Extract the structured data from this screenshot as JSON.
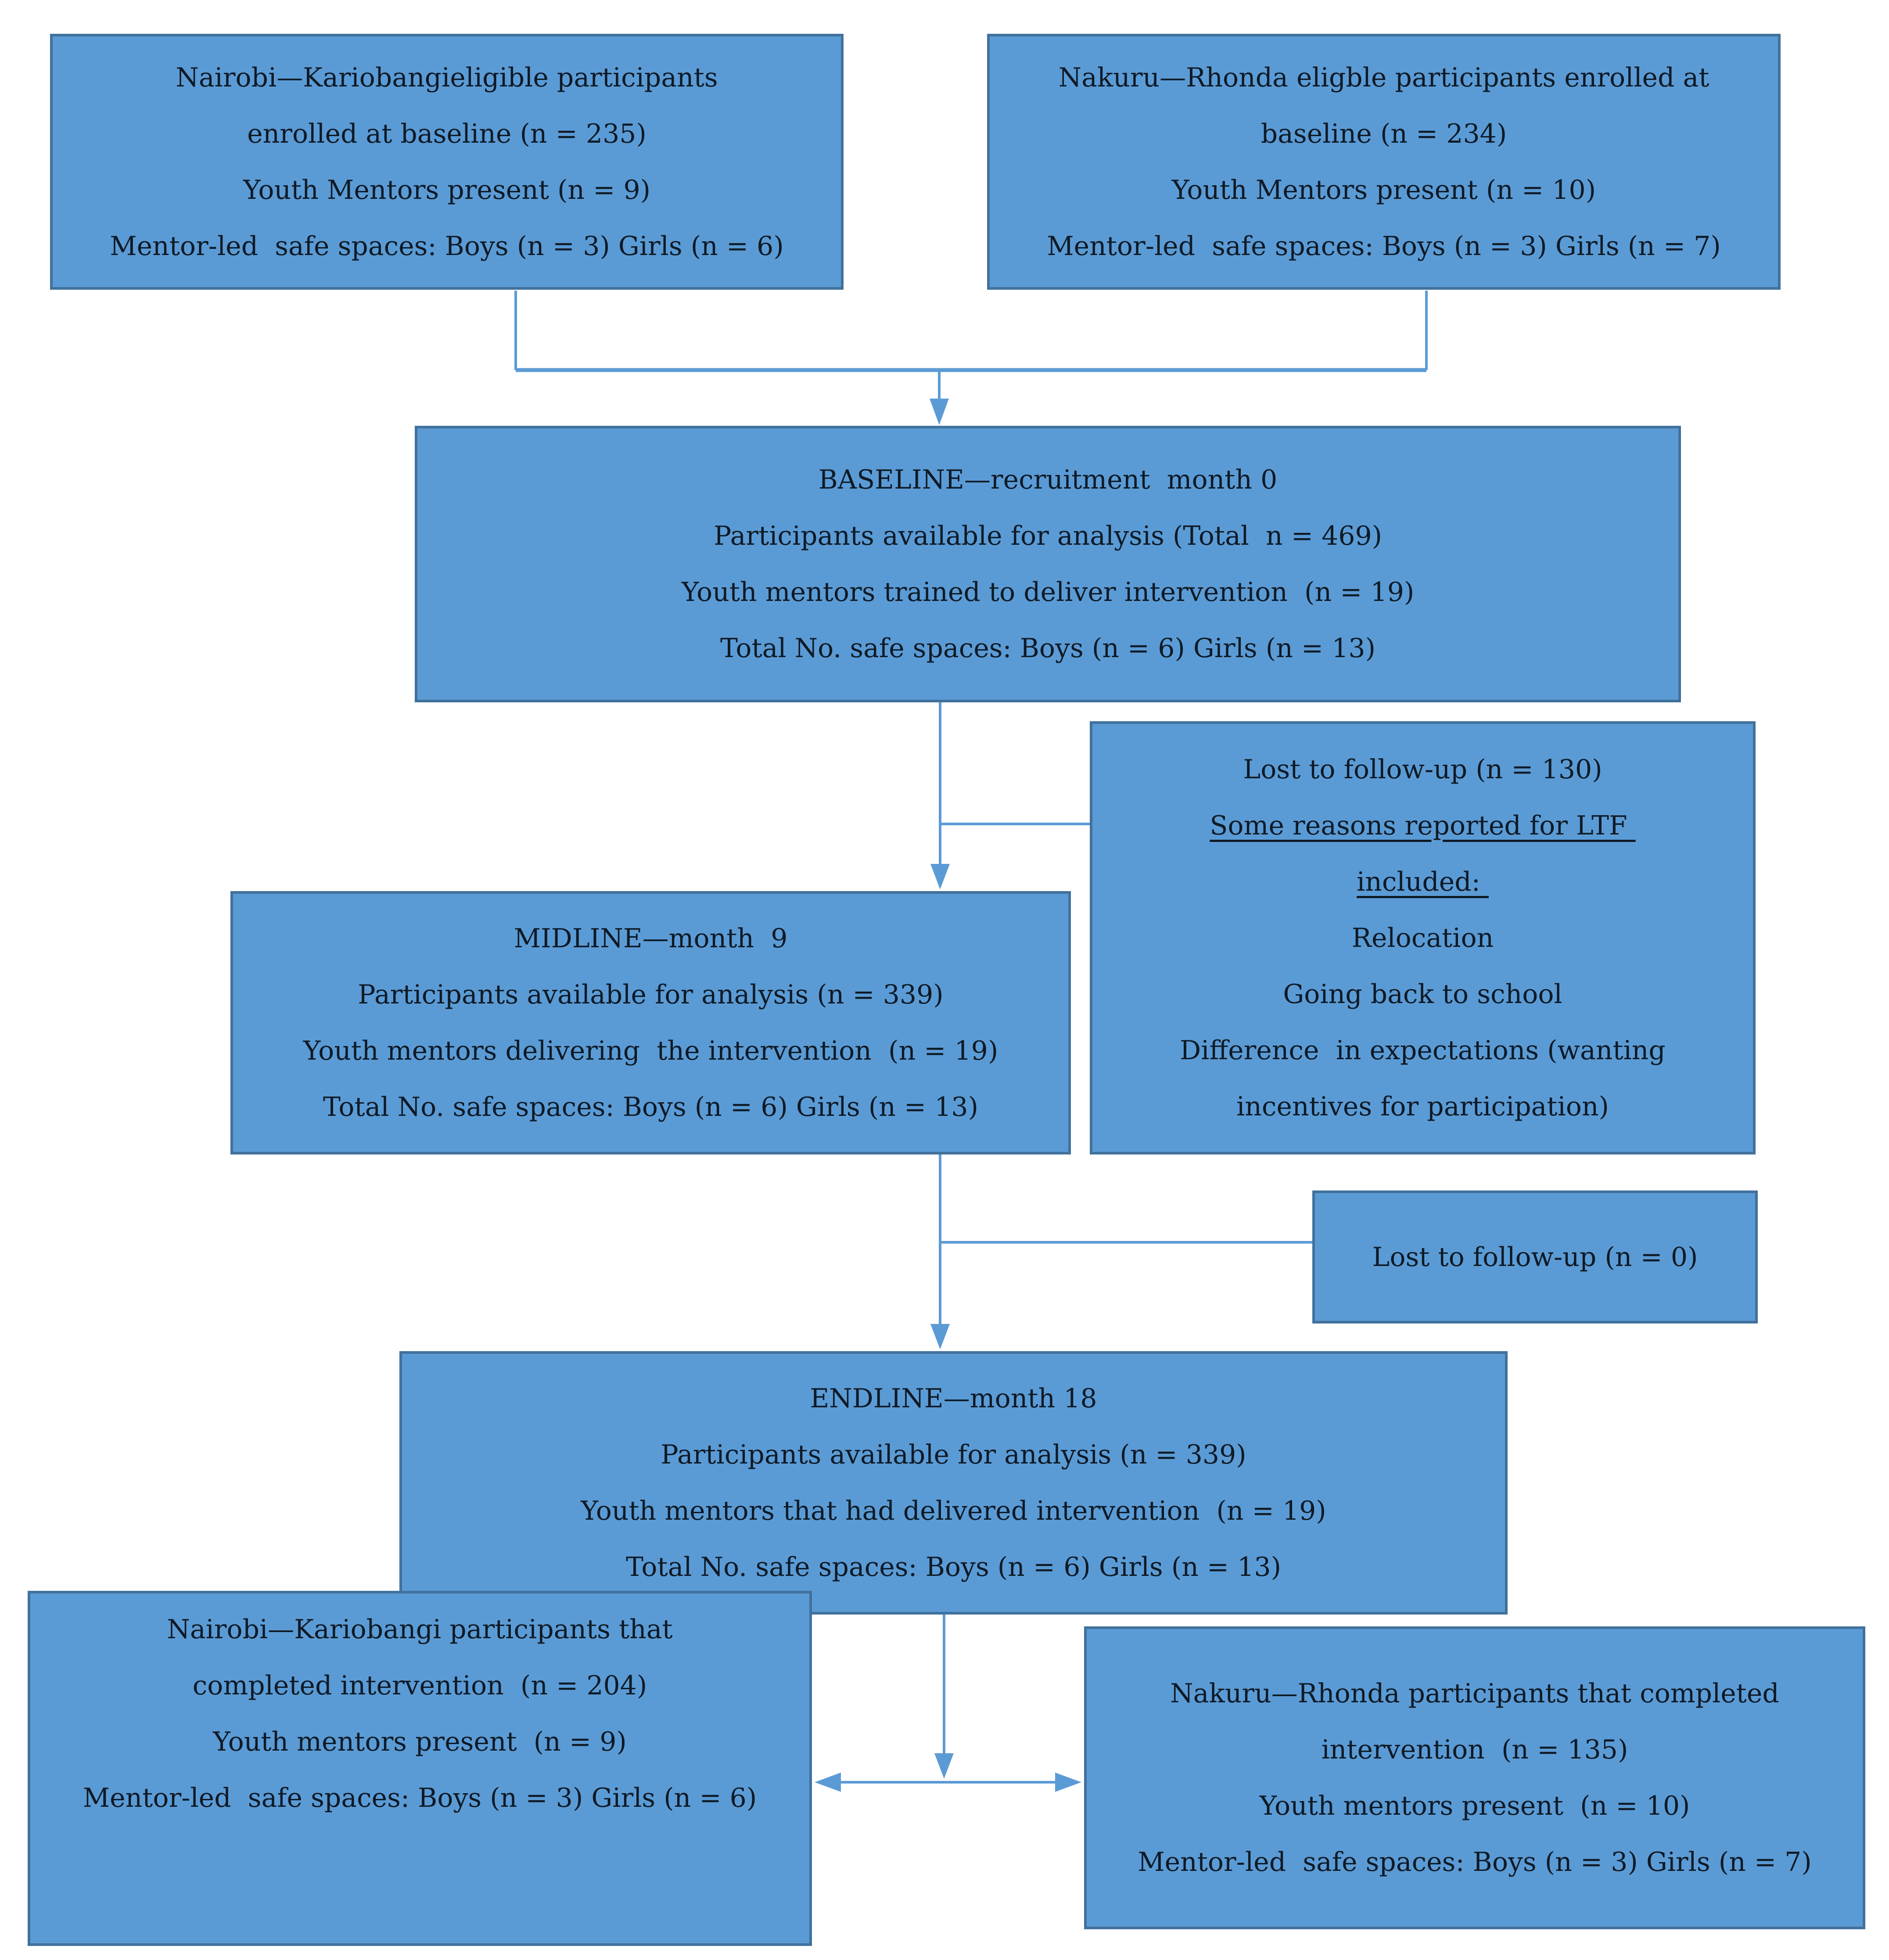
{
  "diagram_title": "Participant flow diagram (baseline to endline)",
  "colors": {
    "box_fill": "#5b9bd5",
    "box_border": "#41719c",
    "connector": "#5b9bd5",
    "text": "#0e1a26",
    "background": "#ffffff"
  },
  "boxes": {
    "top_left": {
      "lines": [
        "Nairobi—Kariobangieligible participants",
        "enrolled at baseline (n = 235)",
        "Youth Mentors present (n = 9)",
        "Mentor-led  safe spaces: Boys (n = 3) Girls (n = 6)"
      ]
    },
    "top_right": {
      "lines": [
        "Nakuru—Rhonda eligble participants enrolled at",
        "baseline (n = 234)",
        "Youth Mentors present (n = 10)",
        "Mentor-led  safe spaces: Boys (n = 3) Girls (n = 7)"
      ]
    },
    "baseline": {
      "lines": [
        "BASELINE—recruitment  month 0",
        "Participants available for analysis (Total  n = 469)",
        "Youth mentors trained to deliver intervention  (n = 19)",
        "Total No. safe spaces: Boys (n = 6) Girls (n = 13)"
      ]
    },
    "ltf_reasons": {
      "lines": [
        "Lost to follow-up (n = 130)",
        "Some reasons reported for LTF ",
        "included: ",
        "Relocation",
        "Going back to school",
        "Difference  in expectations (wanting",
        "incentives for participation)"
      ]
    },
    "midline": {
      "lines": [
        "MIDLINE—month  9",
        "Participants available for analysis (n = 339)",
        "Youth mentors delivering  the intervention  (n = 19)",
        "Total No. safe spaces: Boys (n = 6) Girls (n = 13)"
      ]
    },
    "ltf_zero": {
      "lines": [
        "Lost to follow-up (n = 0)"
      ]
    },
    "endline": {
      "lines": [
        "ENDLINE—month 18",
        "Participants available for analysis (n = 339)",
        "Youth mentors that had delivered intervention  (n = 19)",
        "Total No. safe spaces: Boys (n = 6) Girls (n = 13)"
      ]
    },
    "bottom_left": {
      "lines": [
        "Nairobi—Kariobangi participants that",
        "completed intervention  (n = 204)",
        "Youth mentors present  (n = 9)",
        "Mentor-led  safe spaces: Boys (n = 3) Girls (n = 6)"
      ]
    },
    "bottom_right": {
      "lines": [
        "Nakuru—Rhonda participants that completed",
        "intervention  (n = 135)",
        "Youth mentors present  (n = 10)",
        "Mentor-led  safe spaces: Boys (n = 3) Girls (n = 7)"
      ]
    }
  }
}
